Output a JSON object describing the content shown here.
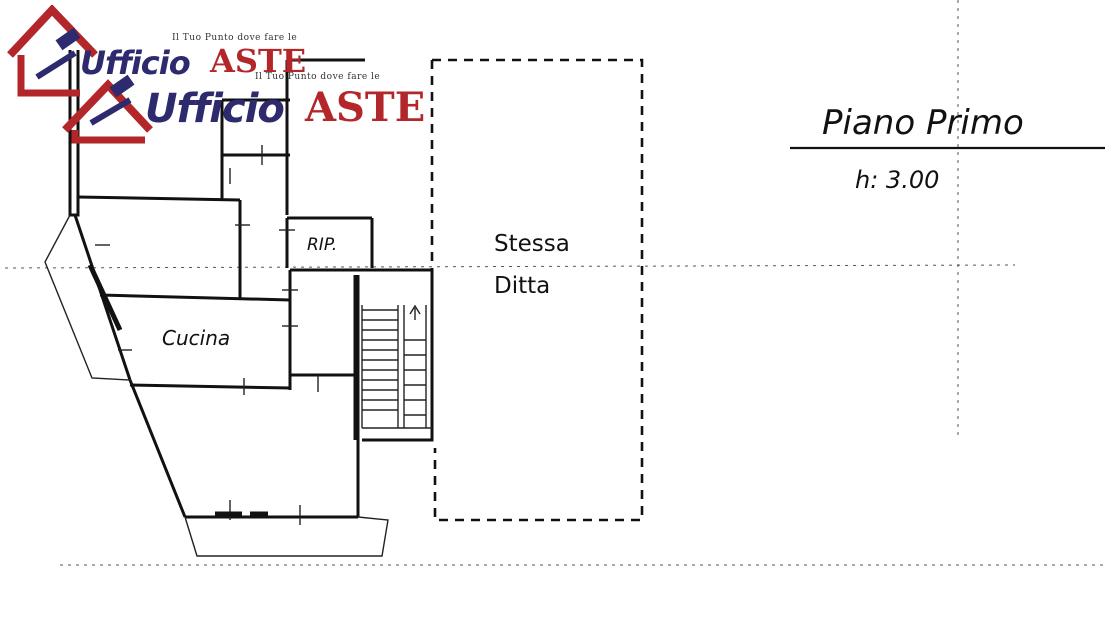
{
  "drawing": {
    "title": "Piano Primo",
    "height": "h: 3.00",
    "rooms": {
      "kitchen": "Cucina",
      "storage": "RIP.",
      "same_owner": "Stessa Ditta"
    }
  },
  "watermark": {
    "tagline": "Il Tuo Punto dove fare le",
    "brand_prefix": "Ufficio",
    "brand_suffix": "ASTE",
    "colors": {
      "red": "#b3262a",
      "navy": "#2d2a6e"
    }
  }
}
